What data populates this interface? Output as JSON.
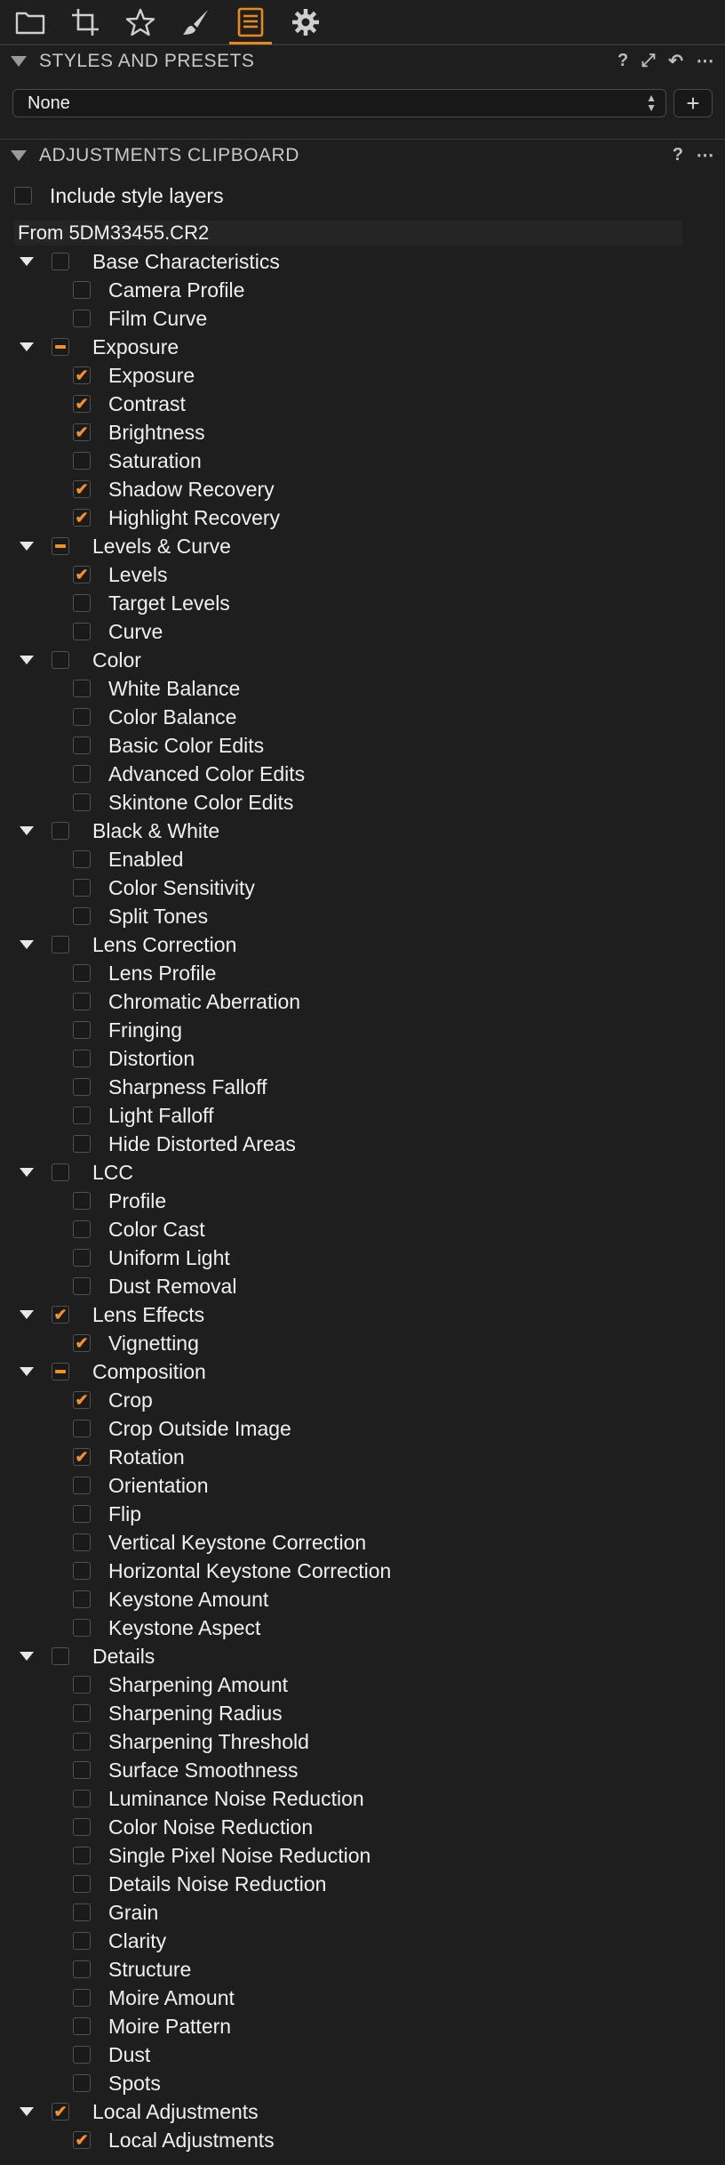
{
  "toolbar": {
    "tools": [
      {
        "icon": "folder-icon",
        "active": false
      },
      {
        "icon": "crop-icon",
        "active": false
      },
      {
        "icon": "star-icon",
        "active": false
      },
      {
        "icon": "brush-icon",
        "active": false
      },
      {
        "icon": "adjustments-list-icon",
        "active": true
      },
      {
        "icon": "gear-icon",
        "active": false
      }
    ],
    "accent_color": "#e88a1a"
  },
  "styles_presets": {
    "title": "STYLES AND PRESETS",
    "selected_style": "None"
  },
  "clipboard": {
    "title": "ADJUSTMENTS CLIPBOARD",
    "include_style_layers_label": "Include style layers",
    "include_style_layers_checked": false,
    "from_label": "From 5DM33455.CR2",
    "groups": [
      {
        "label": "Base Characteristics",
        "state": "unchecked",
        "items": [
          {
            "label": "Camera Profile",
            "checked": false
          },
          {
            "label": "Film Curve",
            "checked": false
          }
        ]
      },
      {
        "label": "Exposure",
        "state": "mixed",
        "items": [
          {
            "label": "Exposure",
            "checked": true
          },
          {
            "label": "Contrast",
            "checked": true
          },
          {
            "label": "Brightness",
            "checked": true
          },
          {
            "label": "Saturation",
            "checked": false
          },
          {
            "label": "Shadow Recovery",
            "checked": true
          },
          {
            "label": "Highlight Recovery",
            "checked": true
          }
        ]
      },
      {
        "label": "Levels & Curve",
        "state": "mixed",
        "items": [
          {
            "label": "Levels",
            "checked": true
          },
          {
            "label": "Target Levels",
            "checked": false
          },
          {
            "label": "Curve",
            "checked": false
          }
        ]
      },
      {
        "label": "Color",
        "state": "unchecked",
        "items": [
          {
            "label": "White Balance",
            "checked": false
          },
          {
            "label": "Color Balance",
            "checked": false
          },
          {
            "label": "Basic Color Edits",
            "checked": false
          },
          {
            "label": "Advanced Color Edits",
            "checked": false
          },
          {
            "label": "Skintone Color Edits",
            "checked": false
          }
        ]
      },
      {
        "label": "Black & White",
        "state": "unchecked",
        "items": [
          {
            "label": "Enabled",
            "checked": false
          },
          {
            "label": "Color Sensitivity",
            "checked": false
          },
          {
            "label": "Split Tones",
            "checked": false
          }
        ]
      },
      {
        "label": "Lens Correction",
        "state": "unchecked",
        "items": [
          {
            "label": "Lens Profile",
            "checked": false
          },
          {
            "label": "Chromatic Aberration",
            "checked": false
          },
          {
            "label": "Fringing",
            "checked": false
          },
          {
            "label": "Distortion",
            "checked": false
          },
          {
            "label": "Sharpness Falloff",
            "checked": false
          },
          {
            "label": "Light Falloff",
            "checked": false
          },
          {
            "label": "Hide Distorted Areas",
            "checked": false
          }
        ]
      },
      {
        "label": "LCC",
        "state": "unchecked",
        "items": [
          {
            "label": "Profile",
            "checked": false
          },
          {
            "label": "Color Cast",
            "checked": false
          },
          {
            "label": "Uniform Light",
            "checked": false
          },
          {
            "label": "Dust Removal",
            "checked": false
          }
        ]
      },
      {
        "label": "Lens Effects",
        "state": "checked",
        "items": [
          {
            "label": "Vignetting",
            "checked": true
          }
        ]
      },
      {
        "label": "Composition",
        "state": "mixed",
        "items": [
          {
            "label": "Crop",
            "checked": true
          },
          {
            "label": "Crop Outside Image",
            "checked": false
          },
          {
            "label": "Rotation",
            "checked": true
          },
          {
            "label": "Orientation",
            "checked": false
          },
          {
            "label": "Flip",
            "checked": false
          },
          {
            "label": "Vertical Keystone Correction",
            "checked": false
          },
          {
            "label": "Horizontal Keystone Correction",
            "checked": false
          },
          {
            "label": "Keystone Amount",
            "checked": false
          },
          {
            "label": "Keystone Aspect",
            "checked": false
          }
        ]
      },
      {
        "label": "Details",
        "state": "unchecked",
        "items": [
          {
            "label": "Sharpening Amount",
            "checked": false
          },
          {
            "label": "Sharpening Radius",
            "checked": false
          },
          {
            "label": "Sharpening Threshold",
            "checked": false
          },
          {
            "label": "Surface Smoothness",
            "checked": false
          },
          {
            "label": "Luminance Noise Reduction",
            "checked": false
          },
          {
            "label": "Color Noise Reduction",
            "checked": false
          },
          {
            "label": "Single Pixel Noise Reduction",
            "checked": false
          },
          {
            "label": "Details Noise Reduction",
            "checked": false
          },
          {
            "label": "Grain",
            "checked": false
          },
          {
            "label": "Clarity",
            "checked": false
          },
          {
            "label": "Structure",
            "checked": false
          },
          {
            "label": "Moire Amount",
            "checked": false
          },
          {
            "label": "Moire Pattern",
            "checked": false
          },
          {
            "label": "Dust",
            "checked": false
          },
          {
            "label": "Spots",
            "checked": false
          }
        ]
      },
      {
        "label": "Local Adjustments",
        "state": "checked",
        "items": [
          {
            "label": "Local Adjustments",
            "checked": true
          }
        ]
      }
    ]
  }
}
